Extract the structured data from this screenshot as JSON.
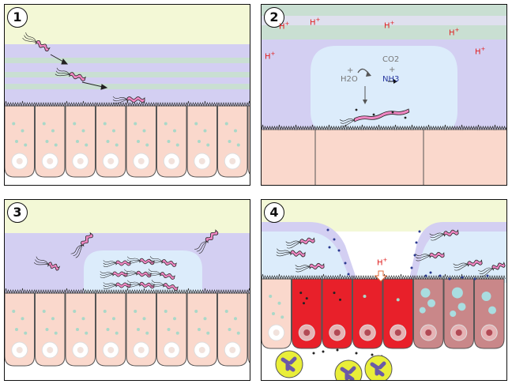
{
  "panels": [
    {
      "number": "1"
    },
    {
      "number": "2"
    },
    {
      "number": "3"
    },
    {
      "number": "4"
    }
  ],
  "labels": {
    "h_plus": "H",
    "plus_sign": "+",
    "h2o": "H2O",
    "co2": "CO2",
    "nh3": "NH3"
  },
  "colors": {
    "lumen_yellow": "#f3f8d6",
    "mucus_purple": "#d3cff2",
    "mucus_stripe": "#c9dfd2",
    "cloud_blue": "#dcecfb",
    "epithelium": "#fad8cc",
    "cell_outline": "#555555",
    "granule": "#a9d8c8",
    "bacteria": "#ef86c2",
    "inflamed_red": "#e8202a",
    "damaged_pink": "#c98789",
    "neutrophil_yellow": "#e9ee39",
    "neutrophil_nucleus": "#6b5aa6"
  },
  "icons": [
    "bacterium-icon",
    "neutrophil-icon",
    "arrow-icon"
  ]
}
